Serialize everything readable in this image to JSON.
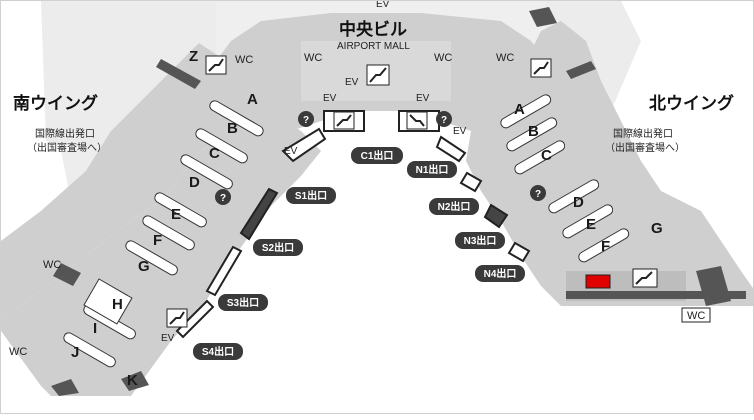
{
  "map": {
    "south_wing": {
      "title": "南ウイング",
      "sub1": "国際線出発口",
      "sub2": "（出国審査場へ）"
    },
    "north_wing": {
      "title": "北ウイング",
      "sub1": "国際線出発口",
      "sub2": "（出国審査場へ）"
    },
    "central": {
      "title": "中央ビル",
      "subtitle": "AIRPORT MALL",
      "ev_top": "EV"
    },
    "south_counters": [
      "A",
      "B",
      "C",
      "D",
      "E",
      "F",
      "G",
      "H",
      "I",
      "J",
      "K",
      "Z"
    ],
    "north_counters": [
      "A",
      "B",
      "C",
      "D",
      "E",
      "F",
      "G"
    ],
    "gates": {
      "c1": "C1出口",
      "s1": "S1出口",
      "s2": "S2出口",
      "s3": "S3出口",
      "s4": "S4出口",
      "n1": "N1出口",
      "n2": "N2出口",
      "n3": "N3出口",
      "n4": "N4出口"
    },
    "wc_label": "WC",
    "ev_label": "EV",
    "info_symbol": "?",
    "colors": {
      "highlight": "#e00000",
      "floor": "#cfcfcf",
      "background_area": "#ececec",
      "badge": "#3a3a3a"
    }
  }
}
